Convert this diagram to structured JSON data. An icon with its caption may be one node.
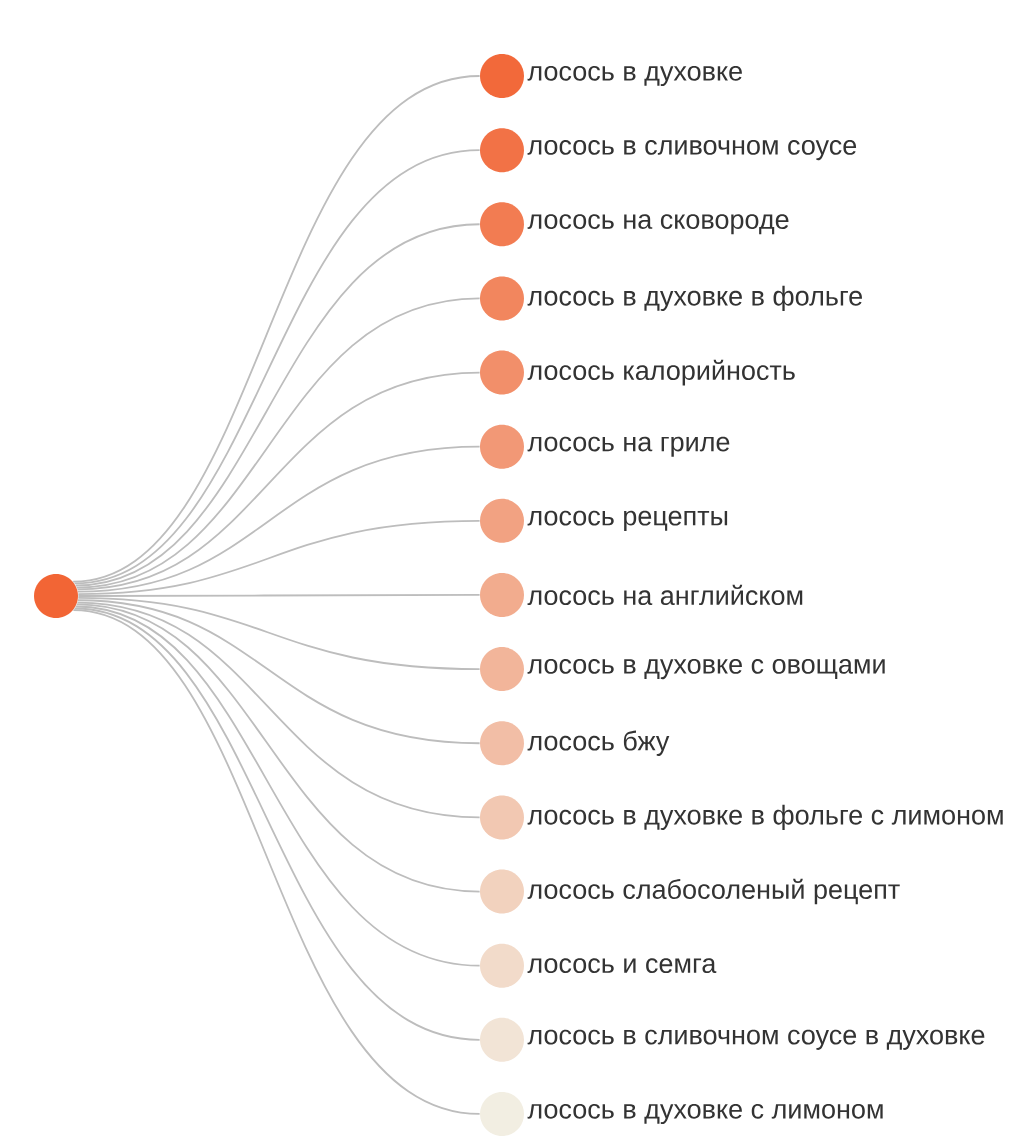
{
  "diagram": {
    "nodes": [
      {
        "text": [],
        "shape": "circle"
      },
      {
        "text": [],
        "shape": "circle",
        "beside": [
          "лосось в духовке"
        ]
      },
      {
        "text": [],
        "shape": "circle",
        "beside": [
          "лосось в сливочном соусе"
        ]
      },
      {
        "text": [],
        "shape": "circle",
        "beside": [
          "лосось на сковороде"
        ]
      },
      {
        "text": [],
        "shape": "circle",
        "beside": [
          "лосось в духовке в фольге"
        ]
      },
      {
        "text": [],
        "shape": "circle",
        "beside": [
          "лосось калорийность"
        ]
      },
      {
        "text": [],
        "shape": "circle",
        "beside": [
          "лосось на гриле"
        ]
      },
      {
        "text": [],
        "shape": "circle",
        "beside": [
          "лосось рецепты"
        ]
      },
      {
        "text": [],
        "shape": "circle",
        "beside": [
          "лосось на английском"
        ]
      },
      {
        "text": [],
        "shape": "circle",
        "beside": [
          "лосось в духовке с овощами"
        ]
      },
      {
        "text": [],
        "shape": "circle",
        "beside": [
          "лосось бжу"
        ]
      },
      {
        "text": [],
        "shape": "circle",
        "beside": [
          "лосось в духовке в фольге с лимоном"
        ]
      },
      {
        "text": [],
        "shape": "circle",
        "beside": [
          "лосось слабосоленый рецепт"
        ]
      },
      {
        "text": [],
        "shape": "circle",
        "beside": [
          "лосось и семга"
        ]
      },
      {
        "text": [],
        "shape": "circle",
        "beside": [
          "лосось в сливочном соусе в духовке"
        ]
      },
      {
        "text": [],
        "shape": "circle",
        "beside": [
          "лосось в духовке с лимоном"
        ]
      }
    ],
    "edges": [
      {
        "from": 0,
        "to": 1,
        "arrow": "none"
      },
      {
        "from": 0,
        "to": 2,
        "arrow": "none"
      },
      {
        "from": 0,
        "to": 3,
        "arrow": "none"
      },
      {
        "from": 0,
        "to": 4,
        "arrow": "none"
      },
      {
        "from": 0,
        "to": 5,
        "arrow": "none"
      },
      {
        "from": 0,
        "to": 6,
        "arrow": "none"
      },
      {
        "from": 0,
        "to": 7,
        "arrow": "none"
      },
      {
        "from": 0,
        "to": 8,
        "arrow": "none"
      },
      {
        "from": 0,
        "to": 9,
        "arrow": "none"
      },
      {
        "from": 0,
        "to": 10,
        "arrow": "none"
      },
      {
        "from": 0,
        "to": 11,
        "arrow": "none"
      },
      {
        "from": 0,
        "to": 12,
        "arrow": "none"
      },
      {
        "from": 0,
        "to": 13,
        "arrow": "none"
      },
      {
        "from": 0,
        "to": 14,
        "arrow": "none"
      },
      {
        "from": 0,
        "to": 15,
        "arrow": "none"
      }
    ]
  }
}
